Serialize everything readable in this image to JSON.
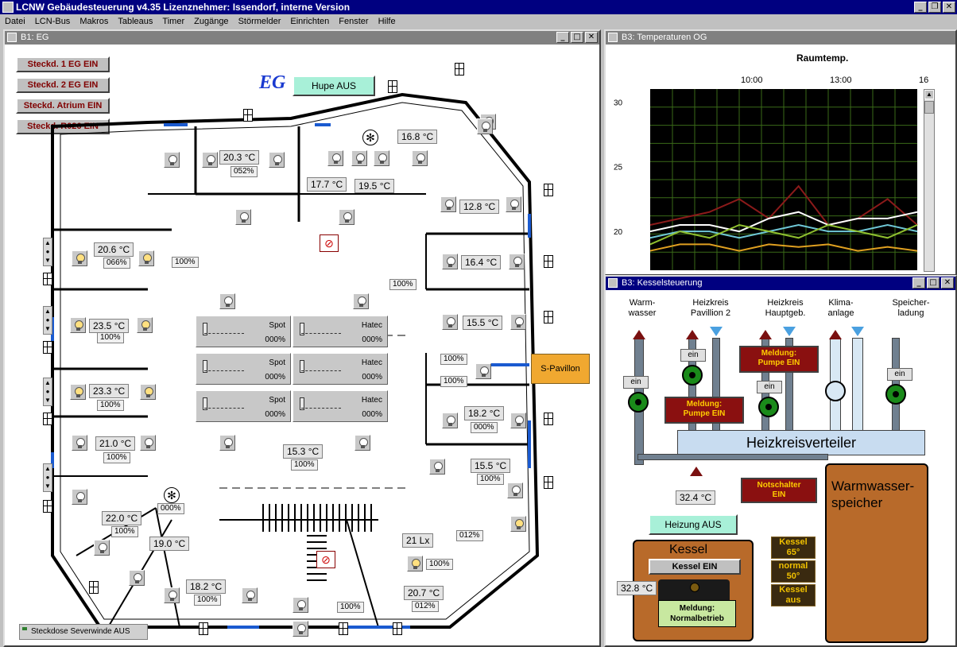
{
  "app": {
    "title": "LCNW Gebäudesteuerung v4.35    Lizenznehmer: Issendorf, interne Version"
  },
  "menu": [
    "Datei",
    "LCN-Bus",
    "Makros",
    "Tableaus",
    "Timer",
    "Zugänge",
    "Störmelder",
    "Einrichten",
    "Fenster",
    "Hilfe"
  ],
  "win_eg": {
    "title": "B1: EG",
    "floor_label": "EG",
    "socket_buttons": [
      "Steckd. 1 EG EIN",
      "Steckd. 2 EG EIN",
      "Steckd. Atrium EIN",
      "Steckd. R026 EIN"
    ],
    "hupe": "Hupe AUS",
    "pavilion": "S-Pavillon",
    "severwinde": "Steckdose Severwinde AUS",
    "temps": [
      "20.3 °C",
      "17.7 °C",
      "19.5 °C",
      "16.8 °C",
      "12.8 °C",
      "20.6 °C",
      "16.4 °C",
      "23.5 °C",
      "15.5 °C",
      "23.3 °C",
      "18.2 °C",
      "21.0 °C",
      "15.3 °C",
      "15.5 °C",
      "22.0 °C",
      "19.0 °C",
      "21 Lx",
      "20.7 °C",
      "18.2 °C"
    ],
    "pcts": [
      "052%",
      "066%",
      "100%",
      "100%",
      "100%",
      "100%",
      "100%",
      "100%",
      "000%",
      "100%",
      "100%",
      "100%",
      "100%",
      "000%",
      "012%",
      "100%",
      "012%",
      "100%",
      "100%"
    ],
    "sliders": [
      {
        "label": "Spot",
        "value": "000%"
      },
      {
        "label": "Hatec",
        "value": "000%"
      },
      {
        "label": "Spot",
        "value": "000%"
      },
      {
        "label": "Hatec",
        "value": "000%"
      },
      {
        "label": "Spot",
        "value": "000%"
      },
      {
        "label": "Hatec",
        "value": "000%"
      }
    ]
  },
  "win_temp": {
    "title": "B3: Temperaturen OG",
    "chart_title": "Raumtemp.",
    "x_ticks": [
      "10:00",
      "13:00",
      "16"
    ],
    "y_ticks": [
      "30",
      "25",
      "20"
    ]
  },
  "chart_data": {
    "type": "line",
    "title": "Raumtemp.",
    "xlabel": "",
    "ylabel": "",
    "ylim": [
      17,
      31
    ],
    "x": [
      "07:00",
      "08:00",
      "09:00",
      "10:00",
      "11:00",
      "12:00",
      "13:00",
      "14:00",
      "15:00",
      "16:00"
    ],
    "series": [
      {
        "color": "#8b1a1a",
        "values": [
          20.5,
          21.0,
          21.5,
          22.5,
          21.0,
          23.5,
          20.5,
          21.0,
          22.5,
          20.5
        ]
      },
      {
        "color": "#ffffff",
        "values": [
          20.0,
          20.5,
          20.5,
          20.0,
          21.0,
          21.5,
          20.5,
          21.0,
          21.0,
          21.5
        ]
      },
      {
        "color": "#6fc7d6",
        "values": [
          19.5,
          20.0,
          20.0,
          19.5,
          20.0,
          20.5,
          20.0,
          20.0,
          20.5,
          20.0
        ]
      },
      {
        "color": "#8fbf2f",
        "values": [
          19.0,
          20.0,
          19.5,
          20.5,
          20.0,
          19.5,
          20.5,
          20.0,
          19.5,
          20.5
        ]
      },
      {
        "color": "#e0a020",
        "values": [
          18.5,
          19.0,
          19.0,
          18.5,
          19.0,
          18.8,
          19.0,
          18.5,
          18.8,
          18.5
        ]
      }
    ]
  },
  "win_kessel": {
    "title": "B3: Kesselsteuerung",
    "top_labels": [
      "Warm-\nwasser",
      "Heizkreis\nPavillion 2",
      "Heizkreis\nHauptgeb.",
      "Klima-\nanlage",
      "Speicher-\nladung"
    ],
    "ein": "ein",
    "meldung_pumpe": "Meldung:\nPumpe EIN",
    "verteiler": "Heizkreisverteiler",
    "warmwasser_speicher": "Warmwasser-\nspeicher",
    "notschalter": "Notschalter\nEIN",
    "temp_vorlauf": "32.4 °C",
    "heizung": "Heizung AUS",
    "kessel": "Kessel",
    "kessel_ein": "Kessel EIN",
    "temp_kessel": "32.8 °C",
    "normalbetrieb": "Meldung:\nNormalbetrieb",
    "kessel_modes": [
      "Kessel\n65°",
      "normal\n50°",
      "Kessel\naus"
    ]
  }
}
